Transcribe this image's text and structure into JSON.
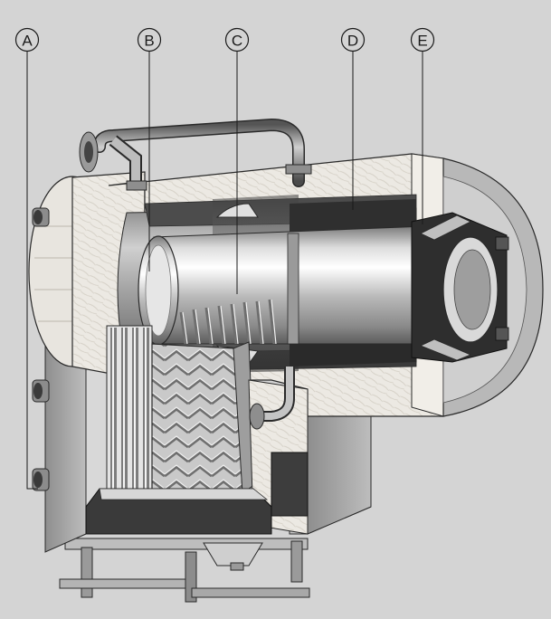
{
  "callouts": [
    {
      "label": "A"
    },
    {
      "label": "B"
    },
    {
      "label": "C"
    },
    {
      "label": "D"
    },
    {
      "label": "E"
    }
  ],
  "colors": {
    "background": "#d4d4d4",
    "insulation": "#ebe8e2",
    "steel_light": "#f2f2f2",
    "steel_dark": "#6e6e6e",
    "outline": "#2a2a2a"
  }
}
